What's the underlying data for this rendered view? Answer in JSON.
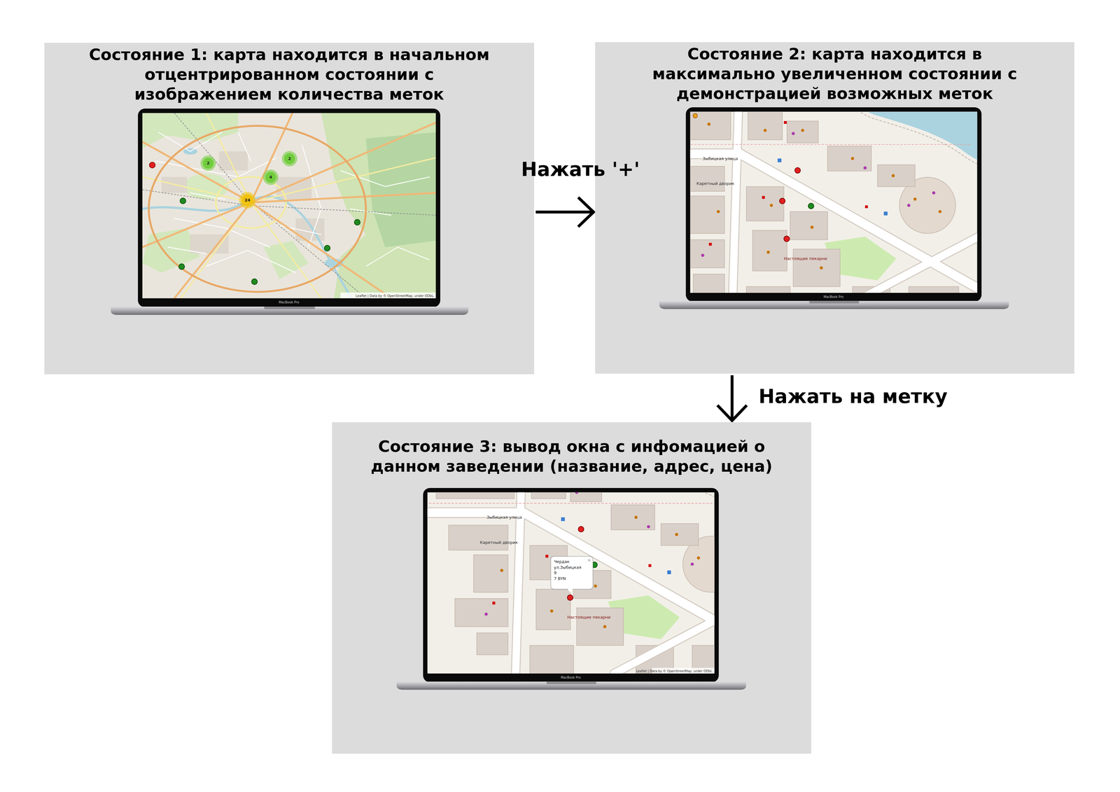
{
  "diagram": {
    "nodes": [
      {
        "text": [
          "Состояние 1: карта находится в начальном отцентрированном состоянии с изображением количества меток"
        ]
      },
      {
        "text": [
          "Состояние 2: карта находится в максимально увеличенном состоянии с демонстрацией возможных меток"
        ]
      },
      {
        "text": [
          "Состояние 3: вывод окна с инфомацией о данном заведении (название, адрес, цена)"
        ]
      }
    ],
    "edges": [
      {
        "from": 0,
        "to": 1,
        "arrow": "to",
        "label": "Нажать '+'"
      },
      {
        "from": 1,
        "to": 2,
        "arrow": "to",
        "label": "Нажать на метку"
      }
    ],
    "labels": [
      "24",
      "2",
      "2",
      "4",
      "Leaflet | Data by © OpenStreetMap, under ODbL.",
      "MacBook Pro",
      "Зыбицкая улица",
      "Каретный дворик",
      "Настоящие пекарни",
      "MacBook Pro",
      "Чердак",
      "ул.Зыбицкая",
      "9",
      "7 BYN",
      "×",
      "Зыбицкая улица",
      "Каретный дворик",
      "Настоящие пекарни",
      "Leaflet | Data by © OpenStreetMap, under ODbL.",
      "MacBook Pro"
    ]
  }
}
